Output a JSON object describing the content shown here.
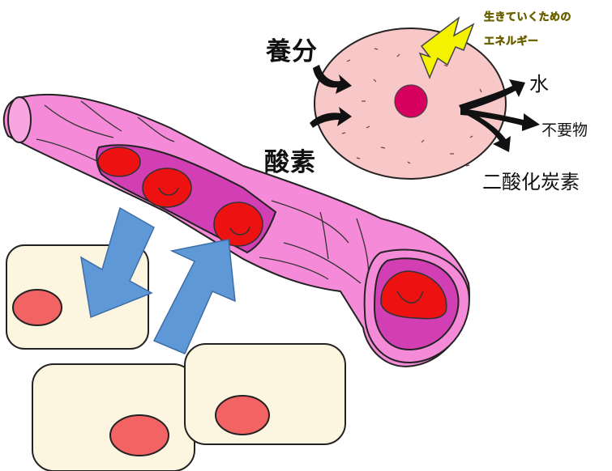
{
  "labels": {
    "nutrients": "養分",
    "oxygen": "酸素",
    "water": "水",
    "waste": "不要物",
    "co2": "二酸化炭素",
    "energy_line1": "生きていくための",
    "energy_line2": "エネルギー"
  },
  "colors": {
    "vessel_pink": "#f48ad8",
    "vessel_inner": "#d23fb5",
    "blood_cell_red": "#ee1111",
    "tissue_cell": "#fcf5e0",
    "tissue_nucleus": "#f26363",
    "cell_pink": "#f8c8c8",
    "nucleus_magenta": "#d8005e",
    "arrow_blue": "#5f98d6",
    "lightning_yellow": "#f5f200"
  },
  "icons": [
    "exchange-arrow-out-icon",
    "exchange-arrow-in-icon",
    "lightning-icon",
    "red-blood-cell-icon"
  ]
}
